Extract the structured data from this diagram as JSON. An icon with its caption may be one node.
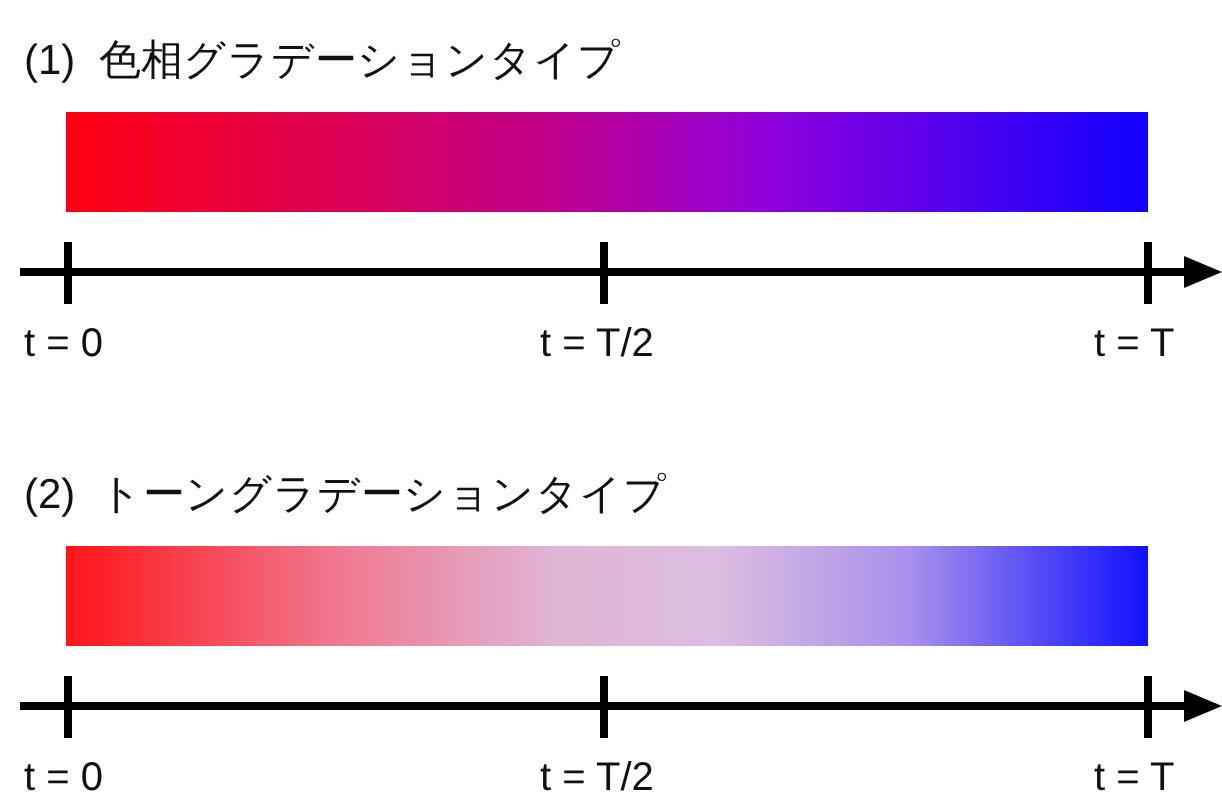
{
  "diagram": {
    "nodes": [
      {
        "text": [
          "(1) 色相グラデーションタイプ"
        ]
      },
      {
        "text": [
          "(2) トーングラデーションタイプ"
        ]
      }
    ],
    "labels": [
      "t = 0",
      "t = T/2",
      "t = T",
      "t = 0",
      "t = T/2",
      "t = T"
    ]
  }
}
